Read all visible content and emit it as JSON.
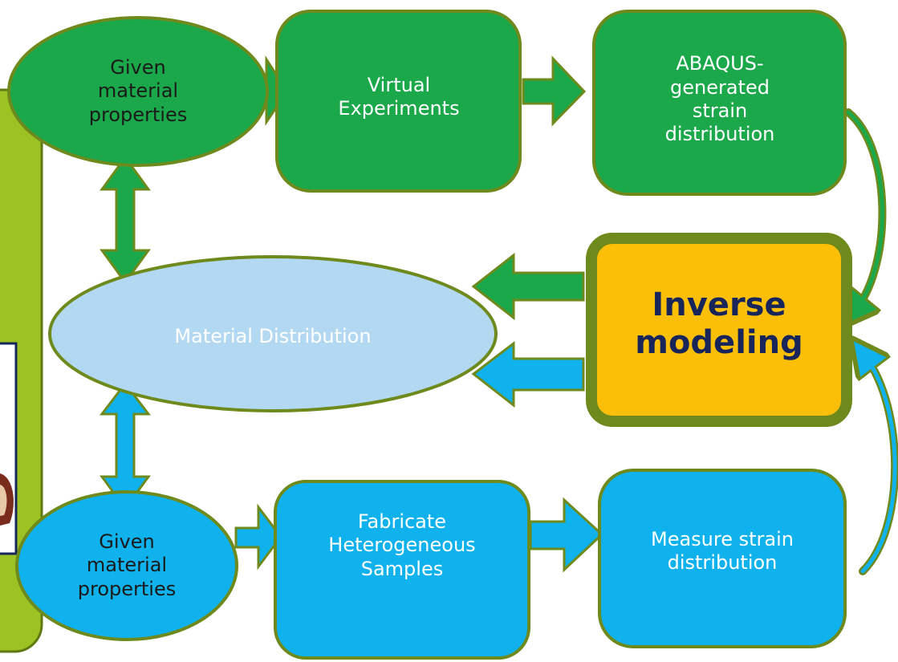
{
  "nodes": {
    "given_top": "Given\nmaterial\nproperties",
    "virtual": "Virtual\nExperiments",
    "abaqus": "ABAQUS-\ngenerated\nstrain\ndistribution",
    "material": "Material Distribution",
    "inverse": "Inverse\nmodeling",
    "given_bottom": "Given\nmaterial\nproperties",
    "fabricate": "Fabricate\nHeterogeneous\nSamples",
    "measure": "Measure strain\ndistribution"
  },
  "colors": {
    "green": "#1aa84a",
    "blue": "#0fb2ec",
    "light_blue": "#b3d9f2",
    "olive": "#6e8a1c",
    "yellow": "#fbbf08",
    "lime_panel": "#9cc223",
    "navy": "#17255a"
  }
}
